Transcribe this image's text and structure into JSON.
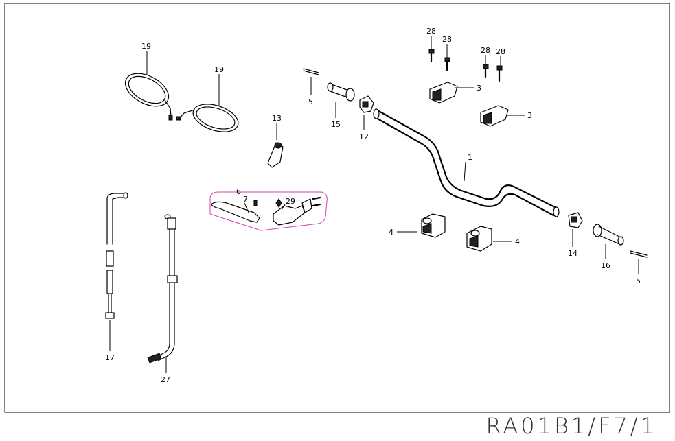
{
  "drawing_code": "RA01B1/F7/1",
  "callouts": {
    "p1": "1",
    "p3a": "3",
    "p3b": "3",
    "p4a": "4",
    "p4b": "4",
    "p5a": "5",
    "p5b": "5",
    "p6": "6",
    "p7": "7",
    "p12": "12",
    "p13": "13",
    "p14": "14",
    "p15": "15",
    "p16": "16",
    "p17": "17",
    "p19a": "19",
    "p19b": "19",
    "p27": "27",
    "p28a": "28",
    "p28b": "28",
    "p28c": "28",
    "p28d": "28",
    "p29": "29"
  },
  "colors": {
    "line": "#000000",
    "group_outline": "#d63fb0",
    "background": "#ffffff"
  }
}
